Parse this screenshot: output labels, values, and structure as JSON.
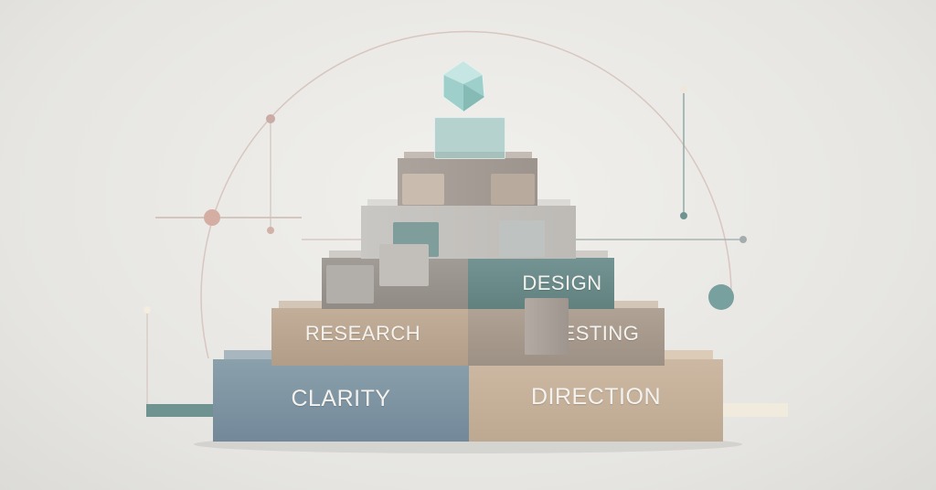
{
  "layers": {
    "base": {
      "left": "CLARITY",
      "right": "DIRECTION"
    },
    "second": {
      "left": "RESEARCH",
      "right": "TESTING"
    },
    "third": {
      "right": "DESIGN"
    }
  },
  "colors": {
    "blue_gray": "#7d95a2",
    "tan": "#c6b39d",
    "teal": "#6b8d8c",
    "taupe": "#a59c93",
    "accent_rose": "#cfa99d"
  }
}
